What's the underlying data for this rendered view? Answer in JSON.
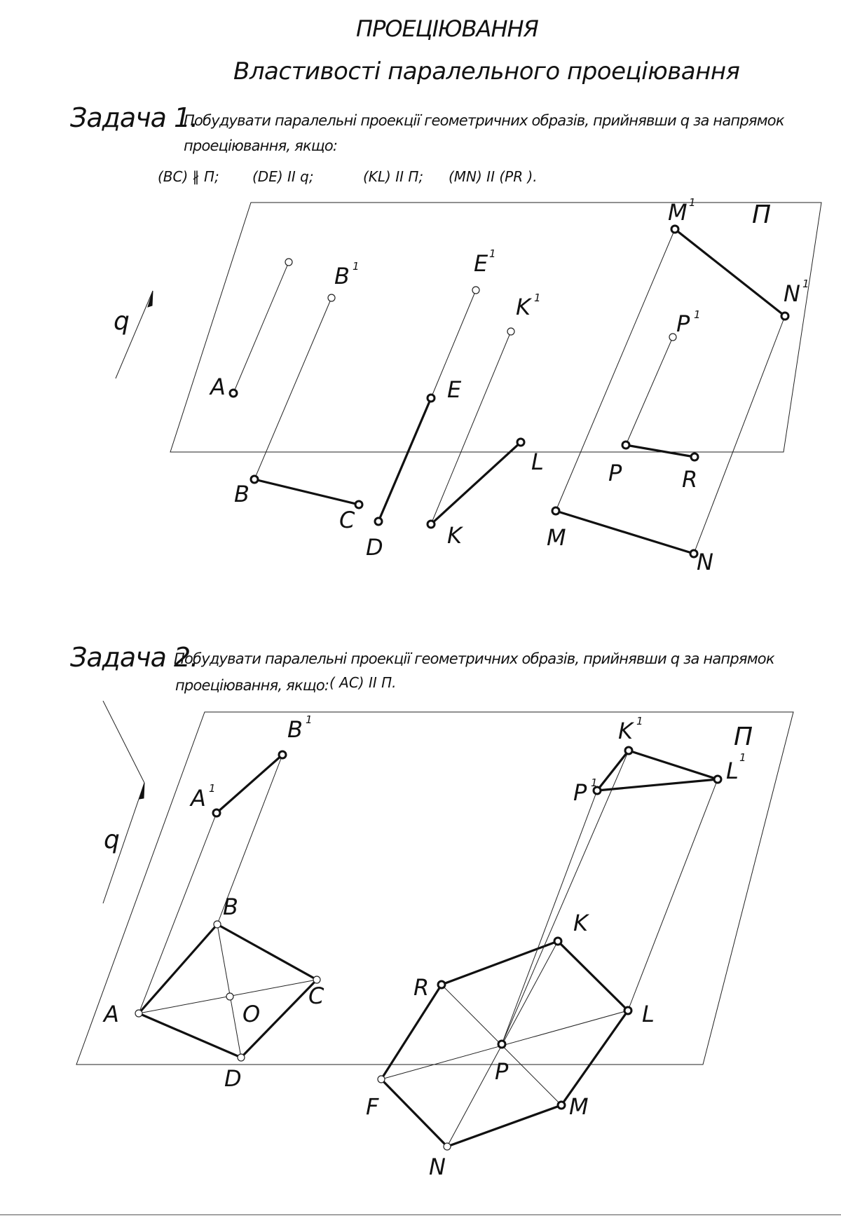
{
  "header": {
    "title": "ПРОЕЦІЮВАННЯ",
    "subtitle": "Властивості паралельного проеціювання"
  },
  "task1": {
    "heading": "Задача 1.",
    "text_line1": "Побудувати паралельні проекції геометричних образів, прийнявши q за напрямок",
    "text_line2": "проеціювання, якщо:",
    "conditions": [
      "(BC) ∦ П;",
      "(DE) II q;",
      "(KL) II П;",
      "(MN) II (PR )."
    ],
    "labels": {
      "A": "A",
      "B": "B",
      "C": "C",
      "D": "D",
      "E": "E",
      "K": "K",
      "L": "L",
      "M": "M",
      "N": "N",
      "P": "P",
      "R": "R",
      "B1": "B",
      "E1": "E",
      "K1": "K",
      "M1": "M",
      "N1": "N",
      "P1": "P",
      "sup": "1",
      "plane": "П",
      "dir": "q"
    }
  },
  "task2": {
    "heading": "Задача 2.",
    "text_line1": "Побудувати паралельні проекції геометричних образів, прийнявши q за напрямок",
    "text_line2": "проеціювання, якщо:",
    "condition": "( AC) II П.",
    "labels": {
      "A": "A",
      "B": "B",
      "C": "C",
      "D": "D",
      "O": "O",
      "A1": "A",
      "B1": "B",
      "K": "K",
      "L": "L",
      "M": "M",
      "N": "N",
      "F": "F",
      "R": "R",
      "P": "P",
      "K1": "K",
      "L1": "L",
      "P1": "P",
      "sup": "1",
      "plane": "П",
      "dir": "q"
    }
  }
}
